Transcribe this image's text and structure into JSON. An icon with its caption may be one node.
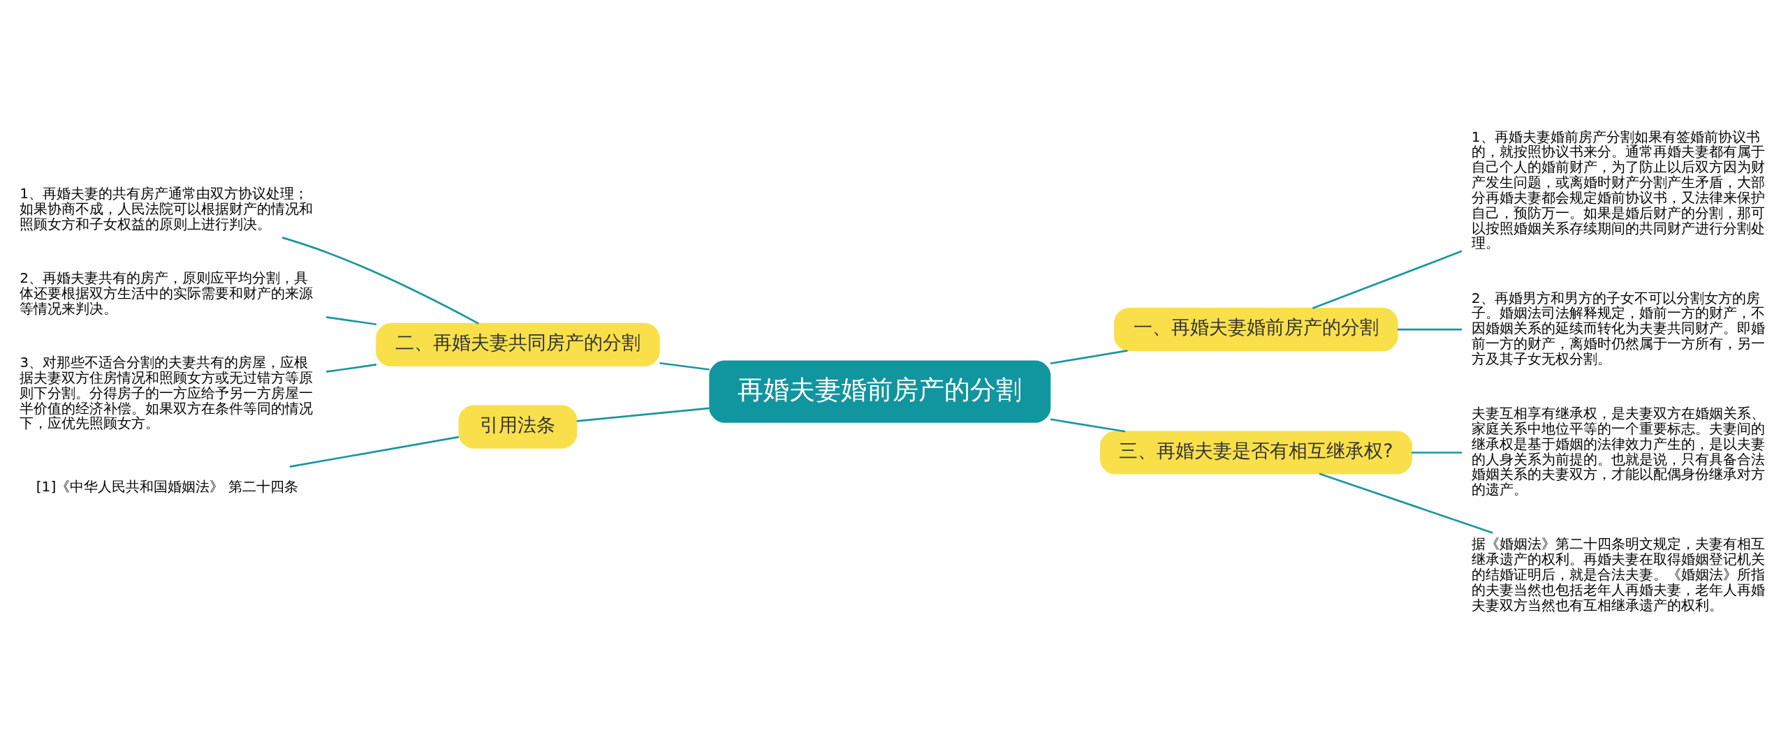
{
  "diagram": {
    "nodes": [
      {
        "text": [
          "再婚夫妻婚前房产的分割"
        ]
      },
      {
        "text": [
          "一、再婚夫妻婚前房产的分割"
        ]
      },
      {
        "text": [
          "1、再婚夫妻婚前房产分割如果有签婚前协议书的，就按照协议书来分。通常再婚夫妻都有属于自己个人的婚前财产，为了防止以后双方因为财产发生问题，或离婚时财产分割产生矛盾，大部分再婚夫妻都会规定婚前协议书，又法律来保护自己，预防万一。如果是婚后财产的分割，那可以按照婚姻关系存续期间的共同财产进行分割处理。"
        ]
      },
      {
        "text": [
          "2、再婚男方和男方的子女不可以分割女方的房子。婚姻法司法解释规定，婚前一方的财产，不因婚姻关系的延续而转化为夫妻共同财产。即婚前一方的财产，离婚时仍然属于一方所有，另一方及其子女无权分割。"
        ]
      },
      {
        "text": [
          "二、再婚夫妻共同房产的分割"
        ]
      },
      {
        "text": [
          "1、再婚夫妻的共有房产通常由双方协议处理；如果协商不成，人民法院可以根据财产的情况和照顾女方和子女权益的原则上进行判决。"
        ]
      },
      {
        "text": [
          "2、再婚夫妻共有的房产，原则应平均分割，具体还要根据双方生活中的实际需要和财产的来源等情况来判决。"
        ]
      },
      {
        "text": [
          "3、对那些不适合分割的夫妻共有的房屋，应根据夫妻双方住房情况和照顾女方或无过错方等原则下分割。分得房子的一方应给予另一方房屋一半价值的经济补偿。如果双方在条件等同的情况下，应优先照顾女方。"
        ]
      },
      {
        "text": [
          "三、再婚夫妻是否有相互继承权?"
        ]
      },
      {
        "text": [
          "夫妻互相享有继承权，是夫妻双方在婚姻关系、家庭关系中地位平等的一个重要标志。夫妻间的继承权是基于婚姻的法律效力产生的，是以夫妻的人身关系为前提的。也就是说，只有具备合法婚姻关系的夫妻双方，才能以配偶身份继承对方的遗产。"
        ]
      },
      {
        "text": [
          "据《婚姻法》第二十四条明文规定，夫妻有相互继承遗产的权利。再婚夫妻在取得婚姻登记机关的结婚证明后，就是合法夫妻。《婚姻法》所指的夫妻当然也包括老年人再婚夫妻，老年人再婚夫妻双方当然也有互相继承遗产的权利。"
        ]
      },
      {
        "text": [
          "引用法条"
        ]
      },
      {
        "text": [
          "[1]《中华人民共和国婚姻法》 第二十四条"
        ]
      }
    ],
    "edges": [
      {
        "from": 0,
        "to": 1,
        "arrow": "none"
      },
      {
        "from": 1,
        "to": 2,
        "arrow": "none"
      },
      {
        "from": 1,
        "to": 3,
        "arrow": "none"
      },
      {
        "from": 0,
        "to": 4,
        "arrow": "none"
      },
      {
        "from": 4,
        "to": 5,
        "arrow": "none"
      },
      {
        "from": 4,
        "to": 6,
        "arrow": "none"
      },
      {
        "from": 4,
        "to": 7,
        "arrow": "none"
      },
      {
        "from": 0,
        "to": 8,
        "arrow": "none"
      },
      {
        "from": 8,
        "to": 9,
        "arrow": "none"
      },
      {
        "from": 8,
        "to": 10,
        "arrow": "none"
      },
      {
        "from": 0,
        "to": 11,
        "arrow": "none"
      },
      {
        "from": 11,
        "to": 12,
        "arrow": "none"
      }
    ]
  }
}
